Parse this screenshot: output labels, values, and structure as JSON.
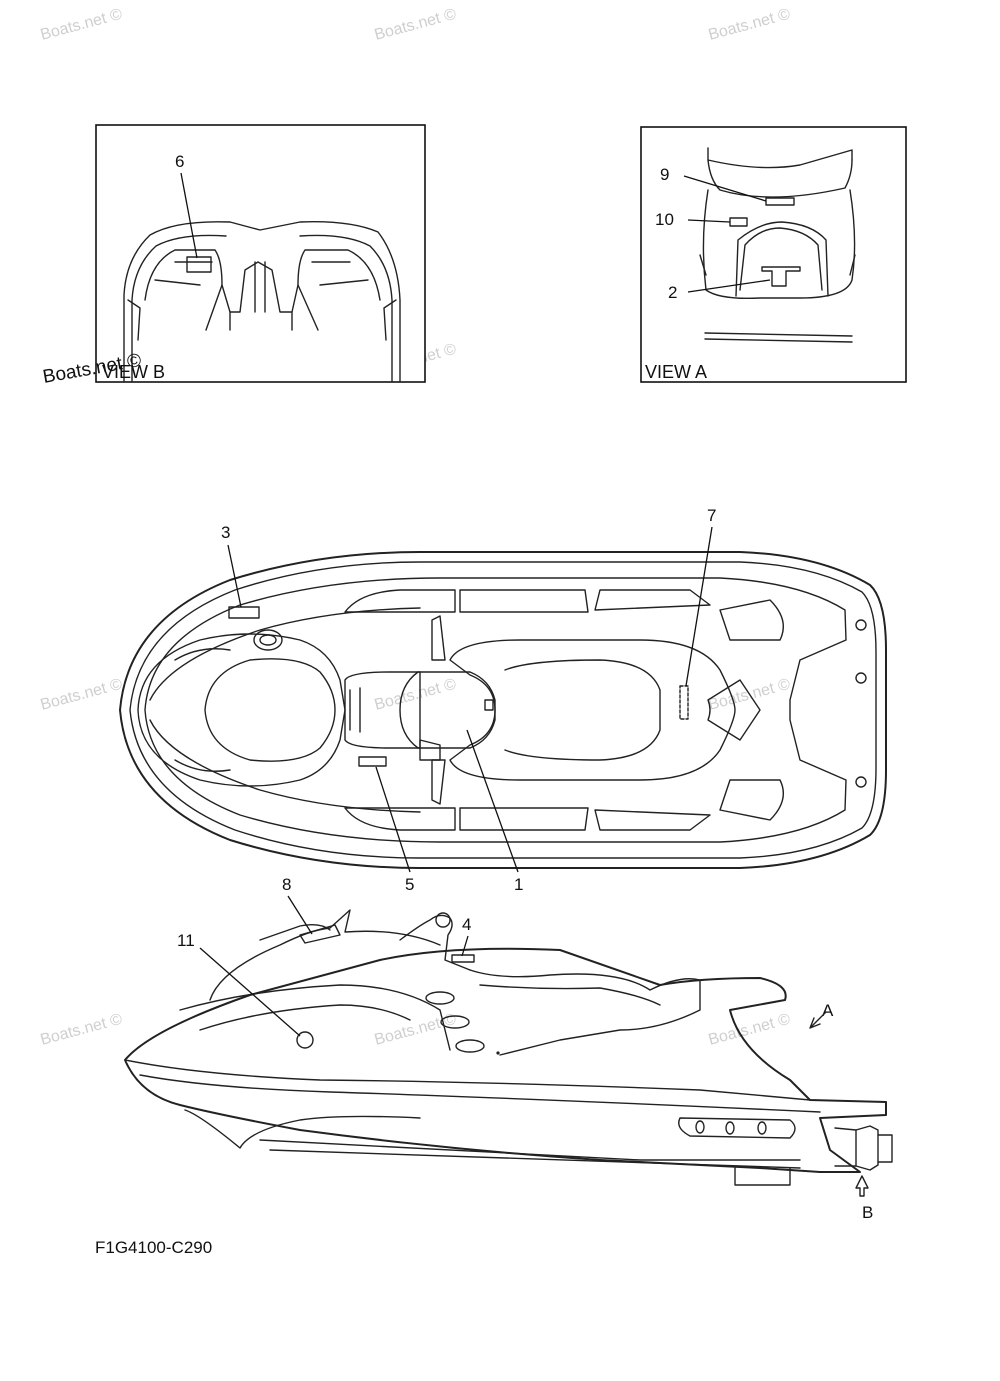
{
  "watermark": "Boats.net ©",
  "view_b": {
    "title": "VIEW B",
    "callout": "6"
  },
  "view_a": {
    "title": "VIEW A",
    "callouts": [
      "9",
      "10",
      "2"
    ]
  },
  "top_view": {
    "callouts": [
      "3",
      "7",
      "5",
      "1"
    ]
  },
  "side_view": {
    "callouts": [
      "8",
      "11",
      "4"
    ],
    "arrow_a": "A",
    "arrow_b": "B"
  },
  "diagram_code": "F1G4100-C290"
}
